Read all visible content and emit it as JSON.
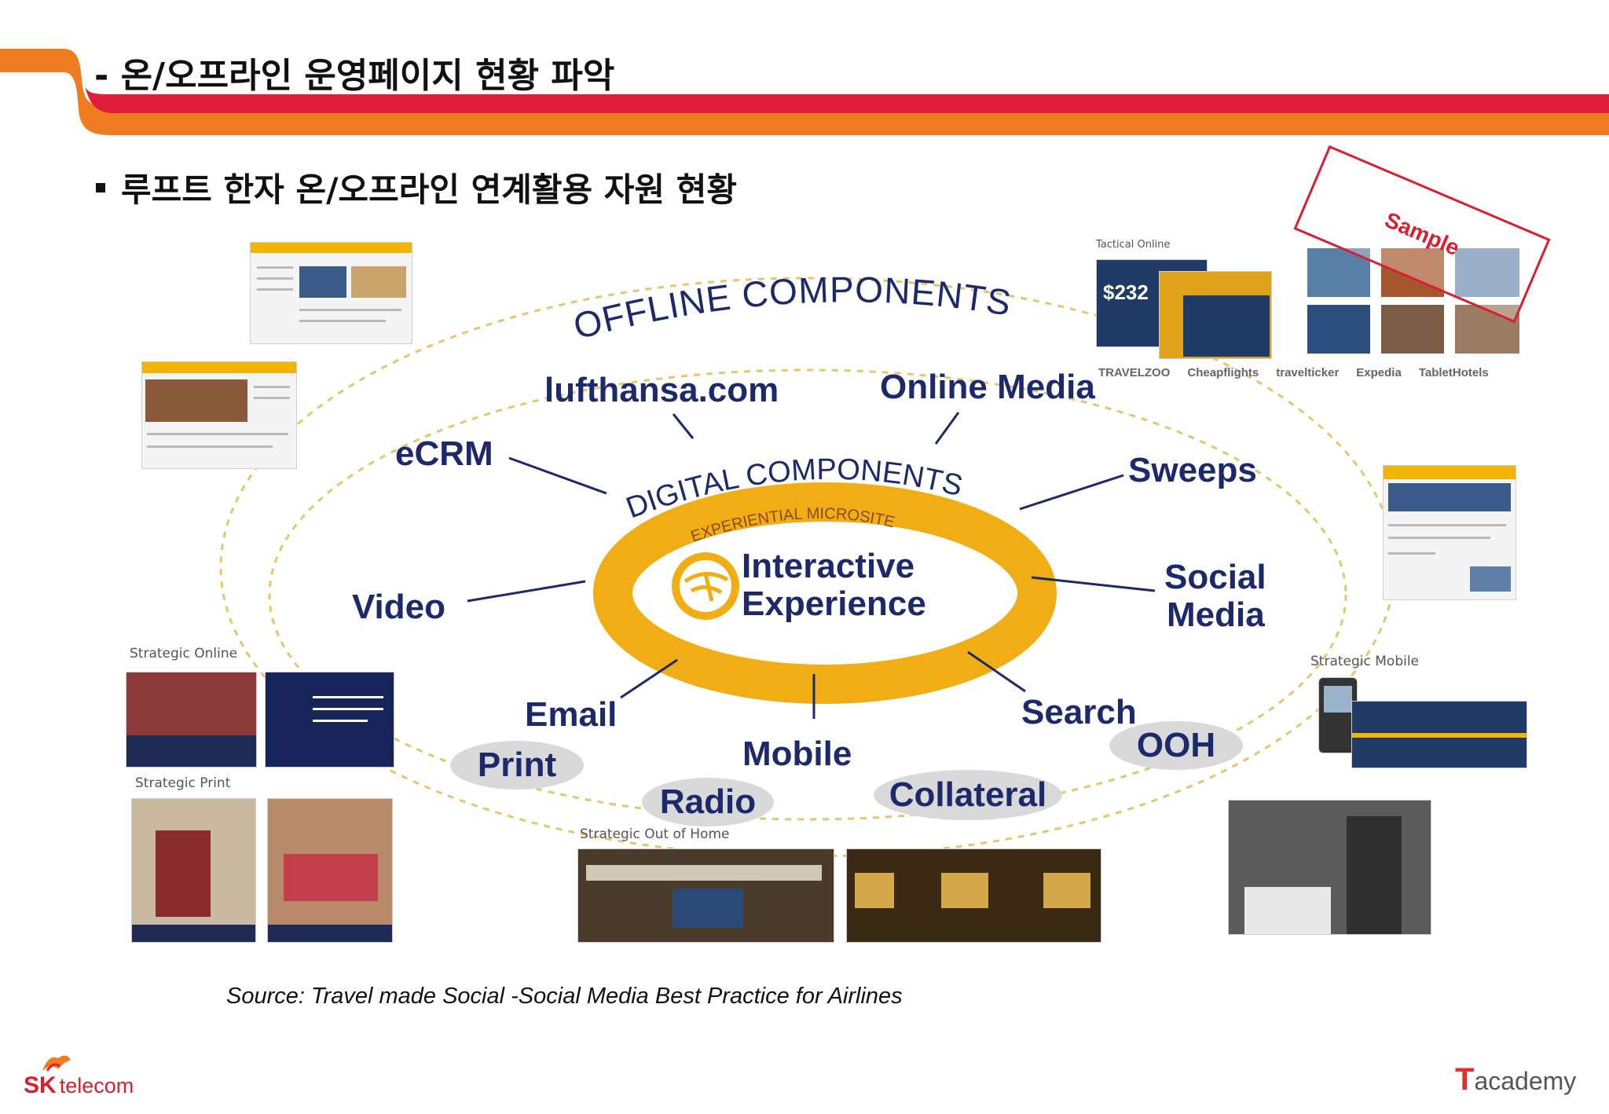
{
  "header": {
    "title": "- 온/오프라인 운영페이지 현황 파악",
    "subtitle": "루프트 한자 온/오프라인 연계활용 자원 현황"
  },
  "sample_tag": "Sample",
  "diagram": {
    "outer_label": "OFFLINE COMPONENTS",
    "middle_label": "DIGITAL COMPONENTS",
    "inner_ring_label": "EXPERIENTIAL MICROSITE",
    "center_line1": "Interactive",
    "center_line2": "Experience",
    "digital_items": {
      "lufthansa": "lufthansa.com",
      "online_media": "Online Media",
      "ecrm": "eCRM",
      "sweeps": "Sweeps",
      "video": "Video",
      "social": "Social",
      "media": "Media",
      "email": "Email",
      "mobile": "Mobile",
      "search": "Search"
    },
    "offline_items": {
      "print": "Print",
      "radio": "Radio",
      "collateral": "Collateral",
      "ooh": "OOH"
    }
  },
  "captions": {
    "tactical_online": "Tactical Online",
    "strategic_online": "Strategic Online",
    "strategic_print": "Strategic Print",
    "strategic_outdoor": "Strategic Out of Home",
    "strategic_mobile": "Strategic Mobile"
  },
  "partners": [
    "TRAVELZOO",
    "Cheapflights",
    "travelticker",
    "Expedia",
    "TabletHotels"
  ],
  "tactical_prices": [
    "$232"
  ],
  "source": "Source: Travel made Social -Social Media Best Practice for Airlines",
  "footer": {
    "left_logo_sk": "SK",
    "left_logo_telecom": "telecom",
    "right_logo_t": "T",
    "right_logo_academy": "academy"
  },
  "colors": {
    "orange": "#f07c22",
    "red": "#e01e3a",
    "ring": "#f1ad14",
    "navy": "#1c2a6b",
    "pill": "#d9d9d9"
  }
}
